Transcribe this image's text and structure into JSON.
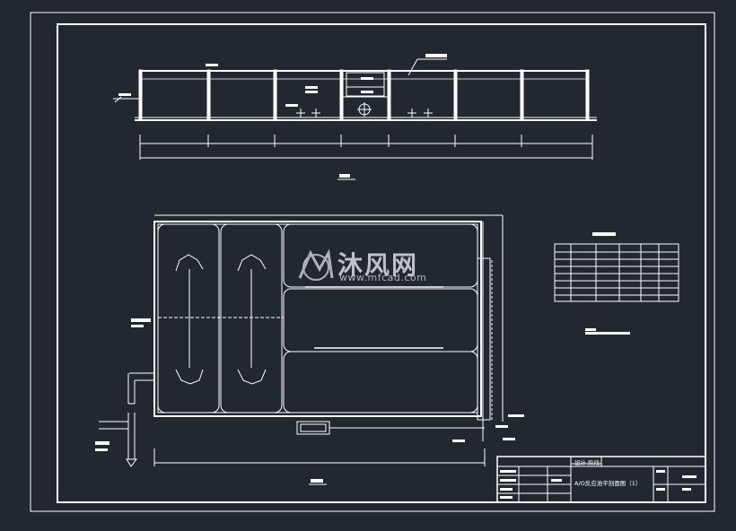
{
  "watermark": {
    "title": "沐风网",
    "url": "www.mfcad.com"
  },
  "title_block": {
    "design_stage": "设计 阶段",
    "drawing_name": "A/O反应池平剖面图（1）"
  },
  "colors": {
    "background": "#212830",
    "lines": "#ffffff"
  }
}
